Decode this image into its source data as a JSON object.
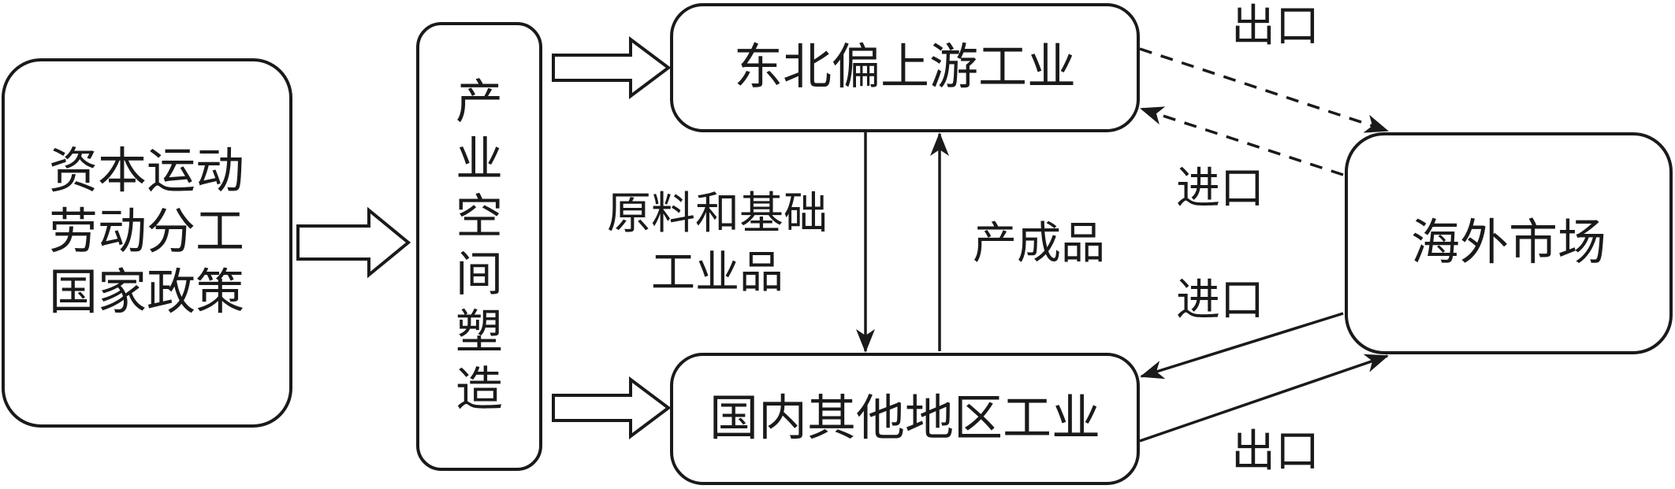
{
  "diagram": {
    "nodes": {
      "factors": {
        "lines": [
          "资本运动",
          "劳动分工",
          "国家政策"
        ]
      },
      "shaping": {
        "chars": [
          "产",
          "业",
          "空",
          "间",
          "塑",
          "造"
        ]
      },
      "northeast": {
        "label": "东北偏上游工业"
      },
      "domestic": {
        "label": "国内其他地区工业"
      },
      "overseas": {
        "label": "海外市场"
      }
    },
    "edges": {
      "raw_materials": {
        "lines": [
          "原料和基础",
          "工业品"
        ]
      },
      "finished_goods": {
        "label": "产成品"
      },
      "ne_export": {
        "label": "出口"
      },
      "ne_import": {
        "label": "进口"
      },
      "dom_import": {
        "label": "进口"
      },
      "dom_export": {
        "label": "出口"
      }
    }
  }
}
